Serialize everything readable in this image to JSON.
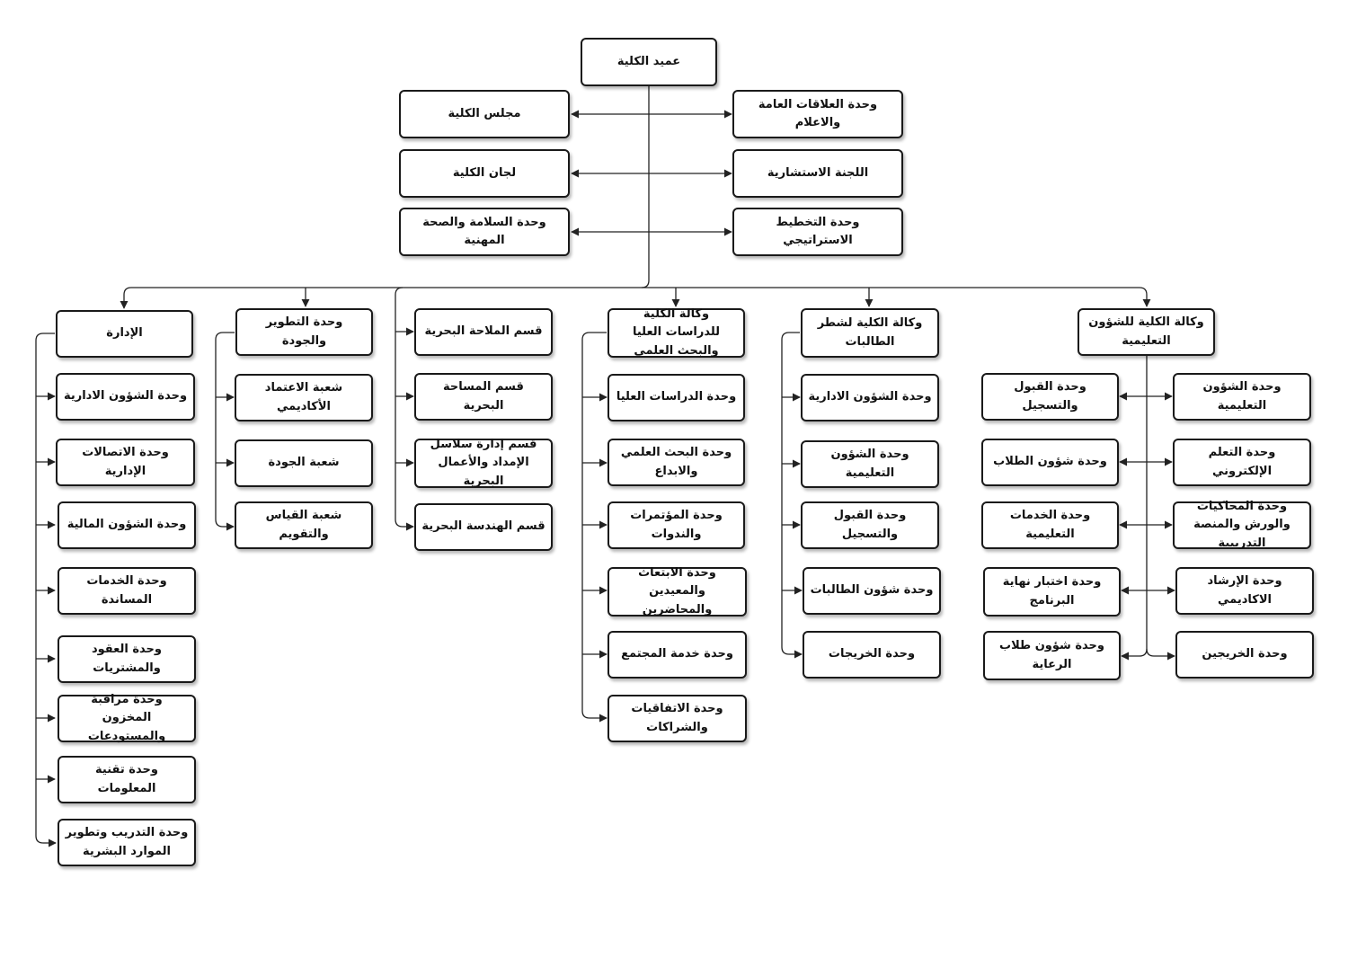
{
  "dean": "عميد الكلية",
  "staff_left": [
    "مجلس الكلية",
    "لجان الكلية",
    "وحدة السلامة والصحة المهنية"
  ],
  "staff_right": [
    "وحدة العلاقات العامة والاعلام",
    "اللجنة الاستشارية",
    "وحدة التخطيط الاستراتيجي"
  ],
  "administration": {
    "head": "الإدارة",
    "units": [
      "وحدة الشؤون الادارية",
      "وحدة الاتصالات الإدارية",
      "وحدة الشؤون المالية",
      "وحدة الخدمات المساندة",
      "وحدة العقود والمشتريات",
      "وحدة مراقبة المخزون والمستودعات",
      "وحدة تقنية المعلومات",
      "وحدة التدريب وتطوير الموارد البشرية"
    ]
  },
  "development": {
    "head": "وحدة التطوير والجودة",
    "units": [
      "شعبة الاعتماد الأكاديمي",
      "شعبة الجودة",
      "شعبة القياس والتقويم"
    ]
  },
  "departments": [
    "قسم الملاحة البحرية",
    "قسم المساحة البحرية",
    "قسم إدارة سلاسل الإمداد والأعمال البحرية",
    "قسم الهندسة البحرية"
  ],
  "graduate": {
    "head": "وكالة الكلية للدراسات العليا والبحث العلمي",
    "units": [
      "وحدة الدراسات العليا",
      "وحدة البحث العلمي والابداع",
      "وحدة المؤتمرات والندوات",
      "وحدة الابتعاث والمعيدين والمحاضرين",
      "وحدة خدمة المجتمع",
      "وحدة الاتفاقيات والشراكات"
    ]
  },
  "female": {
    "head": "وكالة الكلية لشطر الطالبات",
    "units": [
      "وحدة الشؤون الادارية",
      "وحدة الشؤون التعليمية",
      "وحدة القبول والتسجيل",
      "وحدة شؤون الطالبات",
      "وحدة الخريجات"
    ]
  },
  "educational": {
    "head": "وكالة الكلية للشؤون التعليمية",
    "units_right": [
      "وحدة الشؤون التعليمية",
      "وحدة التعلم الإلكتروني",
      "وحدة المحاكيات والورش والمنصة التدريبية",
      "وحدة الإرشاد الاكاديمي",
      "وحدة الخريجين"
    ],
    "units_left": [
      "وحدة القبول والتسجيل",
      "وحدة شؤون الطلاب",
      "وحدة الخدمات التعليمية",
      "وحدة اختبار نهاية البرنامج",
      "وحدة شؤون طلاب الرعاية"
    ]
  }
}
